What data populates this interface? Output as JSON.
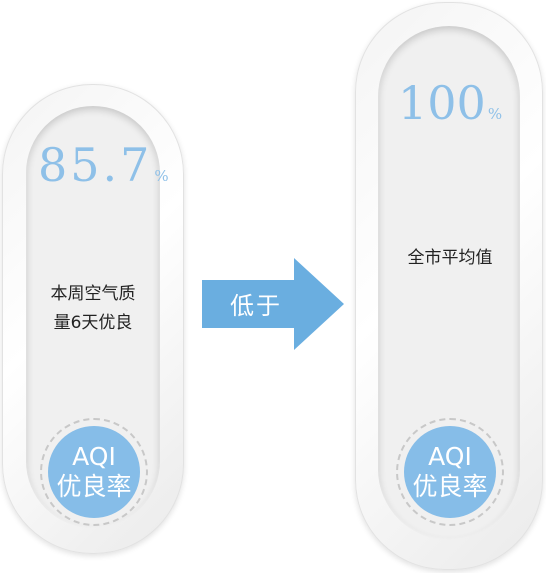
{
  "left": {
    "percent_value": "85.7",
    "percent_unit": "%",
    "label_line1": "本周空气质",
    "label_line2": "量6天优良",
    "badge_line1": "AQI",
    "badge_line2": "优良率"
  },
  "arrow": {
    "label": "低于"
  },
  "right": {
    "percent_value": "100",
    "percent_unit": "%",
    "label_line1": "全市平均值",
    "badge_line1": "AQI",
    "badge_line2": "优良率"
  },
  "colors": {
    "accent_blue": "#86bde8",
    "percent_blue": "#8ec0e8",
    "arrow_blue": "#6aaee0"
  }
}
